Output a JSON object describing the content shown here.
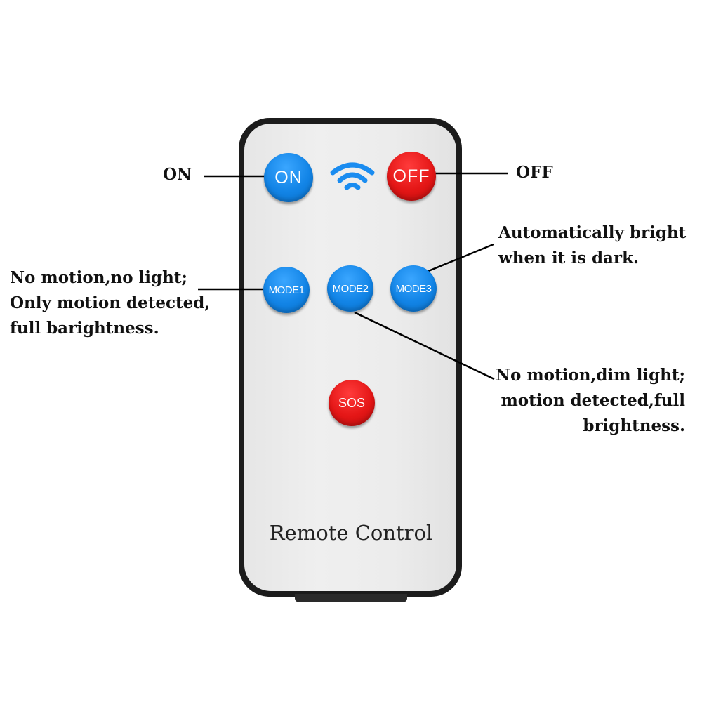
{
  "remote": {
    "buttons": {
      "on": "ON",
      "off": "OFF",
      "mode1": "MODE1",
      "mode2": "MODE2",
      "mode3": "MODE3",
      "sos": "SOS"
    },
    "brand_text": "Remote Control",
    "signal_icon": "wifi-signal-icon"
  },
  "callouts": {
    "on": "ON",
    "off": "OFF",
    "mode1": [
      "No motion,no light;",
      "Only motion detected,",
      "full barightness."
    ],
    "mode2": [
      "No motion,dim light;",
      "motion detected,full",
      "brightness."
    ],
    "mode3": [
      "Automatically bright",
      "when it is dark."
    ]
  },
  "colors": {
    "blue_button": "#1284e6",
    "red_button": "#e41616",
    "remote_body": "#1c1c1c",
    "remote_face": "#ececec"
  }
}
